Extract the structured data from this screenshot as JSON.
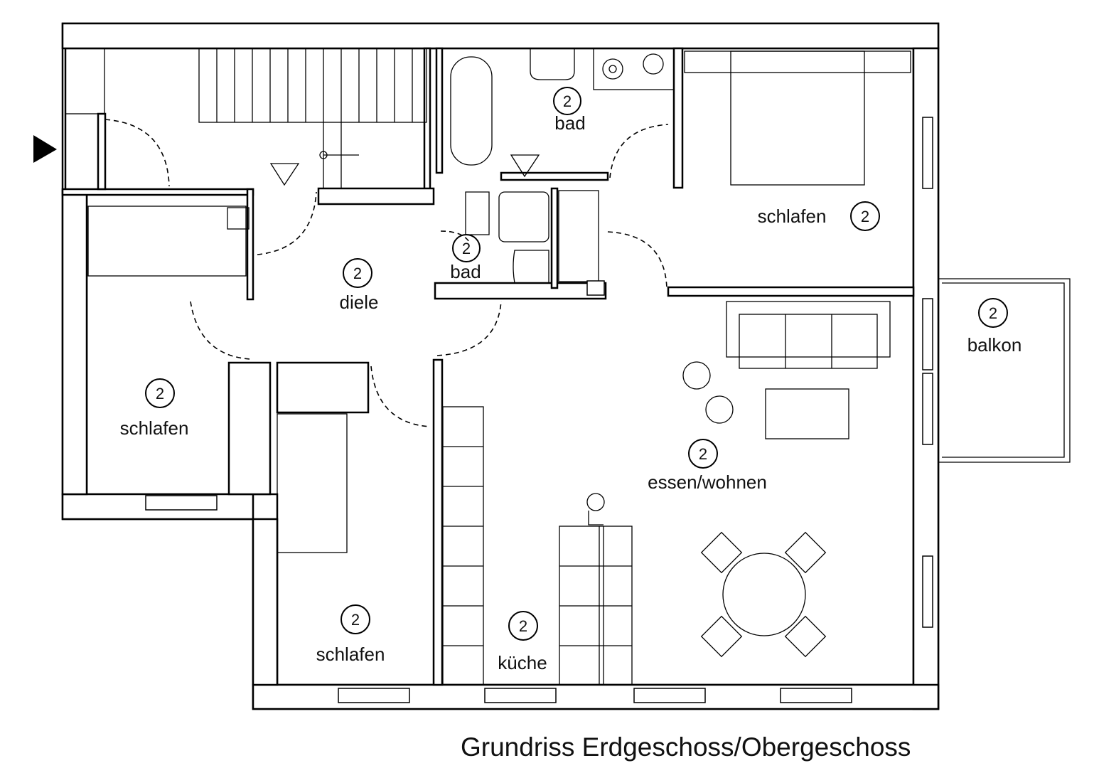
{
  "title": "Grundriss Erdgeschoss/Obergeschoss",
  "rooms": [
    {
      "id": "bad-top",
      "number": "2",
      "name": "bad"
    },
    {
      "id": "schlafen-top-right",
      "number": "2",
      "name": "schlafen"
    },
    {
      "id": "bad-small",
      "number": "2",
      "name": "bad"
    },
    {
      "id": "diele",
      "number": "2",
      "name": "diele"
    },
    {
      "id": "schlafen-left",
      "number": "2",
      "name": "schlafen"
    },
    {
      "id": "balkon",
      "number": "2",
      "name": "balkon"
    },
    {
      "id": "essen-wohnen",
      "number": "2",
      "name": "essen/wohnen"
    },
    {
      "id": "schlafen-bottom",
      "number": "2",
      "name": "schlafen"
    },
    {
      "id": "kueche",
      "number": "2",
      "name": "küche"
    }
  ],
  "symbols": {
    "entrance": "entrance-arrow-icon",
    "level": "level-marker-icon"
  }
}
